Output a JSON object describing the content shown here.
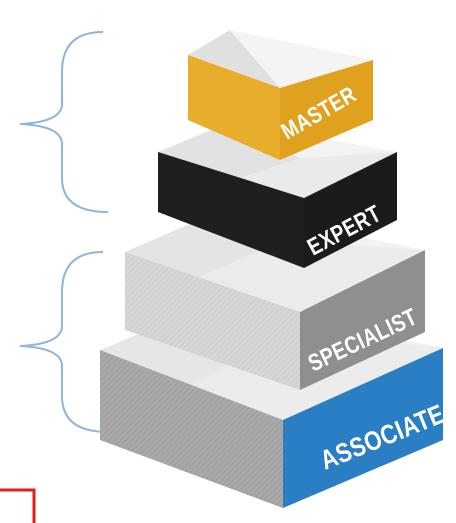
{
  "colors": {
    "associate": "#2a7ec3",
    "specialist": "#8f8f8f",
    "expert": "#1b1b1b",
    "master": "#e0a21e",
    "bracket": "#8fb4dd",
    "corner_marker": "#e21d1d"
  },
  "tiers": [
    {
      "id": "associate",
      "label": "ASSOCIATE"
    },
    {
      "id": "specialist",
      "label": "SPECIALIST"
    },
    {
      "id": "expert",
      "label": "EXPERT"
    },
    {
      "id": "master",
      "label": "MASTER"
    }
  ],
  "brackets": [
    {
      "id": "upper",
      "spans": [
        "master",
        "expert"
      ]
    },
    {
      "id": "lower",
      "spans": [
        "specialist",
        "associate"
      ]
    }
  ]
}
